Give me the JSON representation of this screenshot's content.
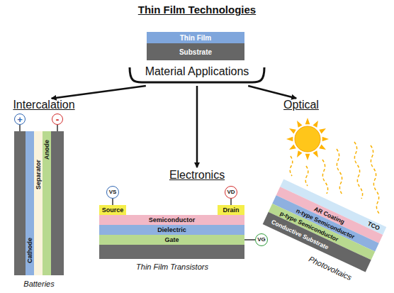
{
  "diagram": {
    "title": "Thin Film Technologies",
    "nodes": [
      {
        "text": [
          "Thin Film"
        ]
      },
      {
        "text": [
          "Substrate"
        ]
      },
      {
        "text": [
          "Material Applications"
        ]
      },
      {
        "text": [
          "Intercalation"
        ]
      },
      {
        "text": [
          "Electronics"
        ]
      },
      {
        "text": [
          "Optical"
        ]
      },
      {
        "text": [
          "+"
        ]
      },
      {
        "text": [
          "-"
        ]
      },
      {
        "text": [
          "Cathode"
        ]
      },
      {
        "text": [
          "Separator"
        ]
      },
      {
        "text": [
          "Anode"
        ]
      },
      {
        "text": [
          "VS"
        ]
      },
      {
        "text": [
          "VD"
        ]
      },
      {
        "text": [
          "Source"
        ]
      },
      {
        "text": [
          "Drain"
        ]
      },
      {
        "text": [
          "Semiconductor"
        ]
      },
      {
        "text": [
          "Dielectric"
        ]
      },
      {
        "text": [
          "Gate"
        ]
      },
      {
        "text": [
          "VG"
        ]
      },
      {
        "text": [
          "TCO"
        ]
      },
      {
        "text": [
          "AR Coating"
        ]
      },
      {
        "text": [
          "n-type Semiconductor"
        ]
      },
      {
        "text": [
          "p-type Semiconductor"
        ]
      },
      {
        "text": [
          "Conductive Substrate"
        ]
      }
    ],
    "edges": [
      {
        "from": 2,
        "to": 3,
        "arrow": "to"
      },
      {
        "from": 2,
        "to": 4,
        "arrow": "to"
      },
      {
        "from": 2,
        "to": 5,
        "arrow": "to"
      },
      {
        "from": 11,
        "to": 13,
        "arrow": "none"
      },
      {
        "from": 12,
        "to": 14,
        "arrow": "none"
      },
      {
        "from": 17,
        "to": 18,
        "arrow": "none"
      }
    ],
    "labels": [
      "Batteries",
      "Thin Film Transistors",
      "Photovoltaics"
    ]
  }
}
